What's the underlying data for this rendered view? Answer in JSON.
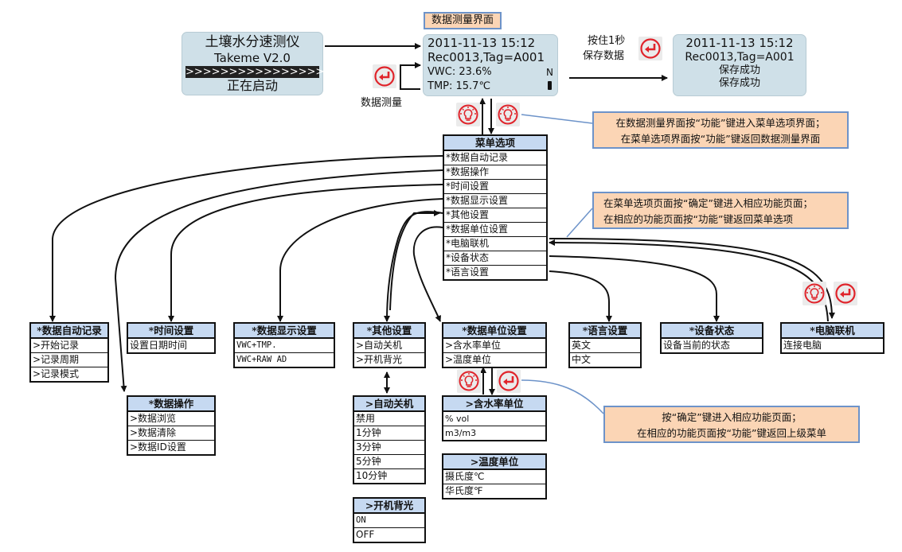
{
  "screens": {
    "boot": {
      "lines": [
        "土壤水分速测仪",
        "Takeme V2.0",
        ">>>>>>>>>>>>>>>>",
        "正在启动"
      ]
    },
    "measure": {
      "title": "数据测量界面",
      "datetime": "2011-11-13 15:12",
      "record": "Rec0013,Tag=A001",
      "vwc": "VWC: 23.6%",
      "tmp": "TMP: 15.7℃",
      "status_flag": "N"
    },
    "saved": {
      "datetime": "2011-11-13 15:12",
      "record": "Rec0013,Tag=A001",
      "line3": "保存成功",
      "line4": "保存成功"
    }
  },
  "labels": {
    "measure_action": "数据测量",
    "save_line1": "按住1秒",
    "save_line2": "保存数据"
  },
  "notes": {
    "n1": [
      "在数据测量界面按“功能”键进入菜单选项界面；",
      "在菜单选项界面按“功能”键返回数据测量界面"
    ],
    "n2": [
      "在菜单选项页面按“确定”键进入相应功能页面；",
      "在相应的功能页面按“功能”键返回菜单选项"
    ],
    "n3": [
      "按“确定”键进入相应功能页面；",
      "在相应的功能页面按“功能”键返回上级菜单"
    ]
  },
  "icons": {
    "function_key": "lightbulb-icon",
    "enter_key": "enter-return-icon",
    "icon_color": "#e0242b"
  },
  "menu": {
    "title": "菜单选项",
    "items": [
      "*数据自动记录",
      "*数据操作",
      "*时间设置",
      "*数据显示设置",
      "*其他设置",
      "*数据单位设置",
      "*电脑联机",
      "*设备状态",
      "*语言设置"
    ]
  },
  "submenus": {
    "auto_record": {
      "title": "*数据自动记录",
      "items": [
        ">开始记录",
        ">记录周期",
        ">记录模式"
      ]
    },
    "data_ops": {
      "title": "*数据操作",
      "items": [
        ">数据浏览",
        ">数据清除",
        ">数据ID设置"
      ]
    },
    "time": {
      "title": "*时间设置",
      "items": [
        "设置日期时间"
      ]
    },
    "display": {
      "title": "*数据显示设置",
      "items": [
        "VWC+TMP.",
        "VWC+RAW AD"
      ]
    },
    "other": {
      "title": "*其他设置",
      "items": [
        ">自动关机",
        ">开机背光"
      ]
    },
    "units": {
      "title": "*数据单位设置",
      "items": [
        ">含水率单位",
        ">温度单位"
      ]
    },
    "language": {
      "title": "*语言设置",
      "items": [
        "英文",
        "中文"
      ]
    },
    "device": {
      "title": "*设备状态",
      "items": [
        "设备当前的状态"
      ]
    },
    "pc": {
      "title": "*电脑联机",
      "items": [
        "连接电脑"
      ]
    },
    "auto_off": {
      "title": ">自动关机",
      "items": [
        "禁用",
        "1分钟",
        "3分钟",
        "5分钟",
        "10分钟"
      ]
    },
    "backlight": {
      "title": ">开机背光",
      "items": [
        "ON",
        "OFF"
      ]
    },
    "moisture_unit": {
      "title": ">含水率单位",
      "items": [
        "% vol",
        "m3/m3"
      ]
    },
    "temp_unit": {
      "title": ">温度单位",
      "items": [
        "摄氏度℃",
        "华氏度℉"
      ]
    }
  },
  "colors": {
    "lcd_bg": "#cfe0e8",
    "note_bg": "#fbd5b5",
    "note_border": "#6d93c9",
    "header_bg": "#c6d9f1"
  }
}
